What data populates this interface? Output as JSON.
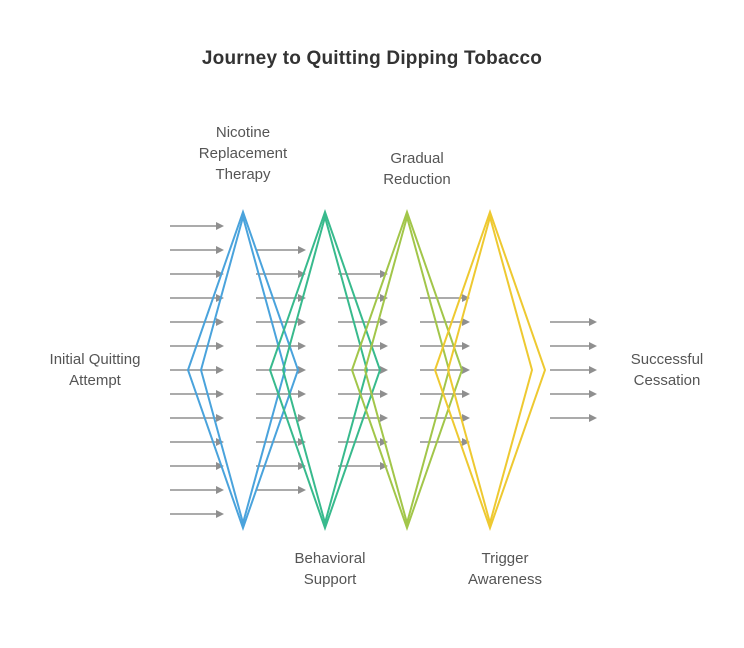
{
  "title": "Journey to Quitting Dipping Tobacco",
  "start": {
    "label": "Initial Quitting Attempt"
  },
  "end": {
    "label": "Successful Cessation"
  },
  "stages": [
    {
      "label": "Nicotine Replacement Therapy",
      "color": "#4aa3dc",
      "label_position": "top"
    },
    {
      "label": "Behavioral Support",
      "color": "#38ba8d",
      "label_position": "bottom"
    },
    {
      "label": "Gradual Reduction",
      "color": "#a2c64a",
      "label_position": "top"
    },
    {
      "label": "Trigger Awareness",
      "color": "#eec931",
      "label_position": "bottom"
    }
  ],
  "arrow_color": "#8f8f8f",
  "title_color": "#333333",
  "label_color": "#555555"
}
